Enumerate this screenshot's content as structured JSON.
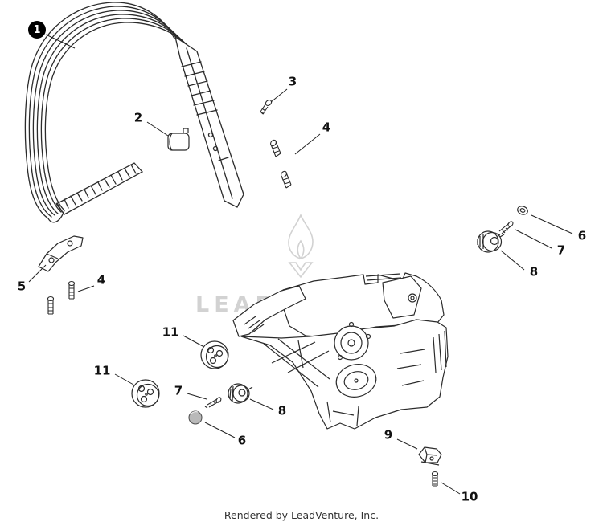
{
  "figure": {
    "background": "#ffffff",
    "line_color": "#2b2b2b",
    "watermark_color": "#d2d2d2",
    "watermark_text": "LEADVENTURE",
    "footer_text": "Rendered by LeadVenture, Inc."
  },
  "callouts": [
    {
      "label": "1",
      "style": "filled-circle"
    },
    {
      "label": "2",
      "style": "plain"
    },
    {
      "label": "3",
      "style": "plain"
    },
    {
      "label": "4",
      "style": "plain"
    },
    {
      "label": "5",
      "style": "plain"
    },
    {
      "label": "4",
      "style": "plain"
    },
    {
      "label": "6",
      "style": "plain"
    },
    {
      "label": "7",
      "style": "plain"
    },
    {
      "label": "8",
      "style": "plain"
    },
    {
      "label": "11",
      "style": "plain"
    },
    {
      "label": "11",
      "style": "plain"
    },
    {
      "label": "7",
      "style": "plain"
    },
    {
      "label": "8",
      "style": "plain"
    },
    {
      "label": "6",
      "style": "plain"
    },
    {
      "label": "9",
      "style": "plain"
    },
    {
      "label": "10",
      "style": "plain"
    }
  ]
}
